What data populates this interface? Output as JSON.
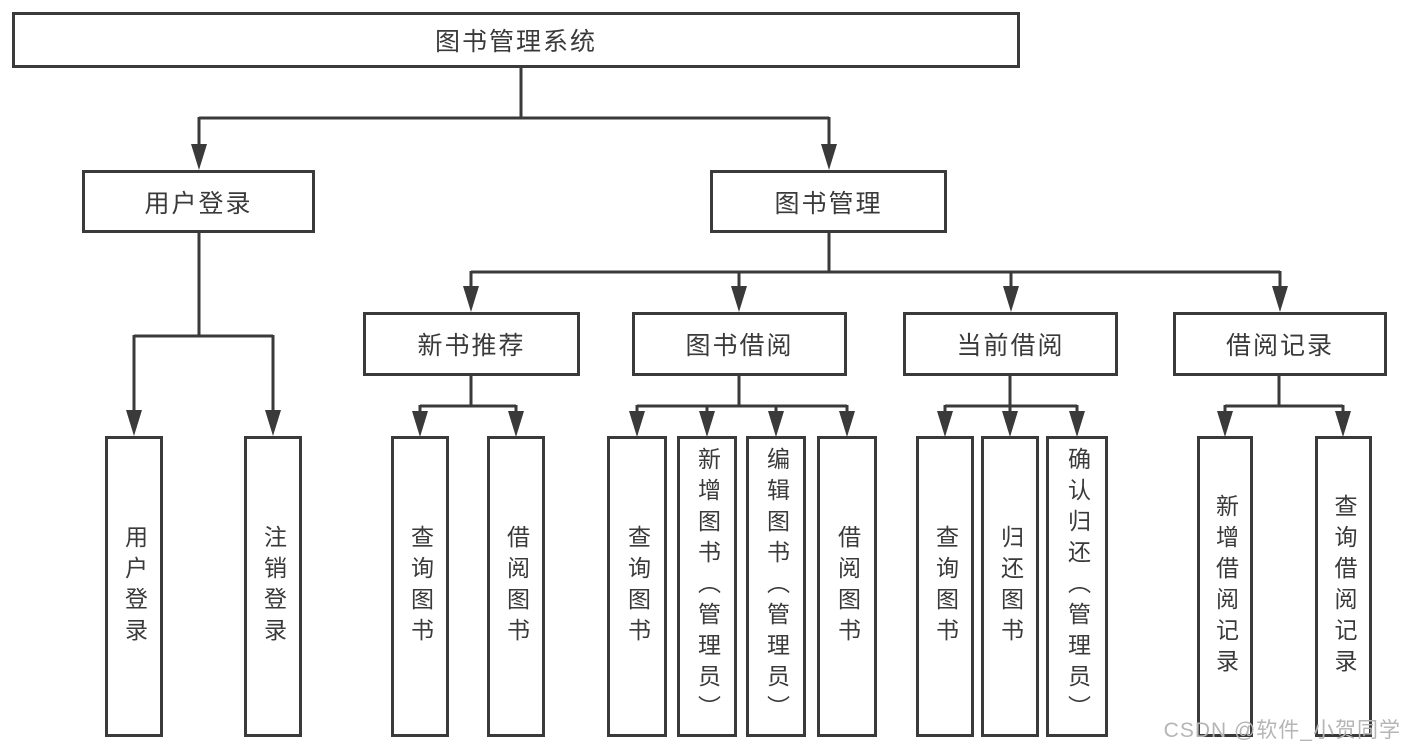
{
  "tree": {
    "root_label": "图书管理系统",
    "user_login": {
      "label": "用户登录",
      "leaves": [
        "用户登录",
        "注销登录"
      ]
    },
    "book_management": {
      "label": "图书管理"
    },
    "sections": [
      {
        "label": "新书推荐",
        "leaves": [
          "查询图书",
          "借阅图书"
        ]
      },
      {
        "label": "图书借阅",
        "leaves": [
          "查询图书",
          "新增图书（管理员）",
          "编辑图书（管理员）",
          "借阅图书"
        ]
      },
      {
        "label": "当前借阅",
        "leaves": [
          "查询图书",
          "归还图书",
          "确认归还（管理员）"
        ]
      },
      {
        "label": "借阅记录",
        "leaves": [
          "新增借阅记录",
          "查询借阅记录"
        ]
      }
    ]
  },
  "watermark": "CSDN @软件_小贺同学",
  "colors": {
    "line": "#3a3a3a",
    "box_border": "#3a3a3a",
    "text": "#3a3a3a",
    "watermark": "#b5b5b5",
    "background": "#ffffff"
  }
}
